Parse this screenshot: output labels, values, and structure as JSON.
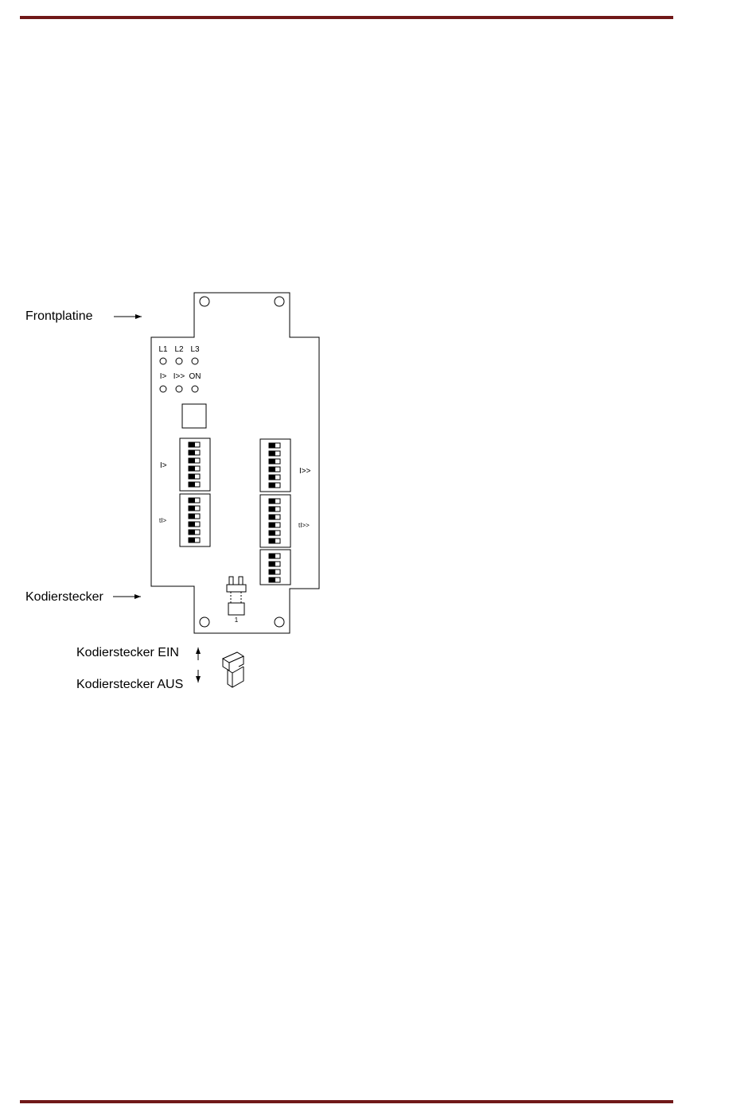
{
  "colors": {
    "rule": "#701818",
    "line": "#000000"
  },
  "labels": {
    "frontplatine": "Frontplatine",
    "kodierstecker": "Kodierstecker",
    "kodierstecker_ein": "Kodierstecker EIN",
    "kodierstecker_aus": "Kodierstecker AUS"
  },
  "leds": {
    "row1": [
      "L1",
      "L2",
      "L3"
    ],
    "row2": [
      "I>",
      "I>>",
      "ON"
    ]
  },
  "switch_labels": {
    "i_gt": "I>",
    "ti_gt": "tI>",
    "i_gtgt": "I>>",
    "ti_gtgt": "tI>>"
  },
  "jumper_pin_label": "1",
  "dip_blocks": [
    {
      "name": "dip-i-gt",
      "positions": 6
    },
    {
      "name": "dip-ti-gt",
      "positions": 6
    },
    {
      "name": "dip-i-gtgt",
      "positions": 6
    },
    {
      "name": "dip-ti-gtgt",
      "positions": 6
    },
    {
      "name": "dip-extra",
      "positions": 4
    }
  ]
}
